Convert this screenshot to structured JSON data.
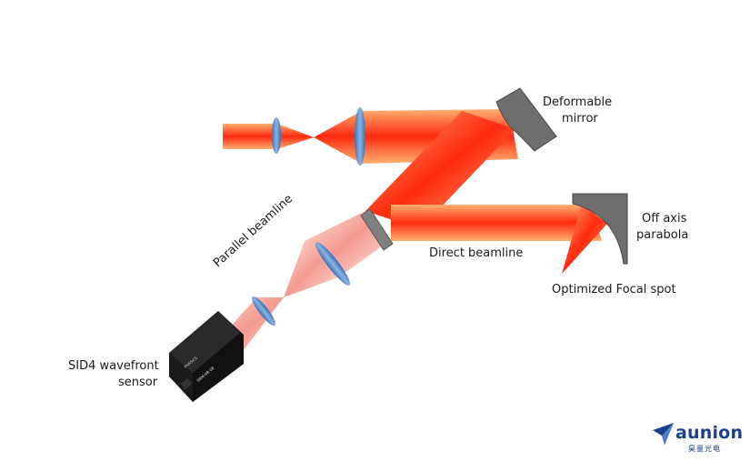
{
  "labels": {
    "deformable_mirror": [
      "Deformable",
      "mirror"
    ],
    "off_axis_parabola": [
      "Off axis",
      "parabola"
    ],
    "direct_beamline": "Direct  beamline",
    "optimized_focal_spot": "Optimized Focal spot",
    "parallel_beamline": "Parallel beamline",
    "sid4_sensor": [
      "SID4 wavefront",
      "sensor"
    ]
  },
  "camera": {
    "brand_text": "PHASICS",
    "model_text": "SID4-HR GE"
  },
  "logo": {
    "name": "aunion",
    "subtitle": "昊量光电"
  },
  "colors": {
    "beam_core": "#ff3b1a",
    "beam_edge": "#ff9a55",
    "split_beam": "#f7b1ab",
    "lens": "#4f85c7",
    "mirror": "#6e6e6e",
    "brand": "#1b3f8f"
  }
}
